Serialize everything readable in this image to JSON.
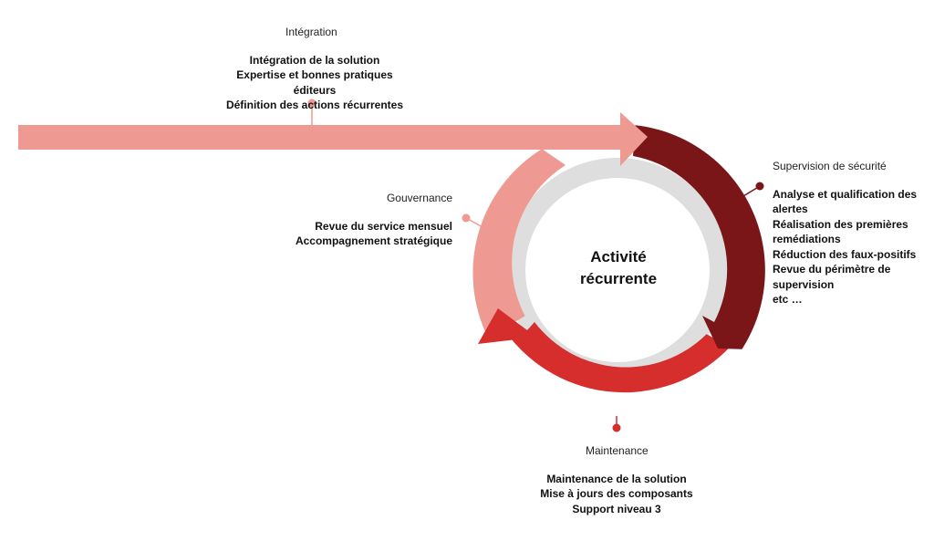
{
  "colors": {
    "integration": "#ee9992",
    "supervision": "#7a1618",
    "maintenance": "#d62d2d",
    "governance": "#ee9992",
    "inner_ring": "#dedede"
  },
  "center": {
    "line1": "Activité",
    "line2": "récurrente"
  },
  "integration": {
    "heading": "Intégration",
    "lines": [
      "Intégration de la solution",
      "Expertise et bonnes pratiques éditeurs",
      "Définition des actions récurrentes"
    ]
  },
  "supervision": {
    "heading": "Supervision de sécurité",
    "lines": [
      "Analyse et qualification des",
      "alertes",
      "Réalisation des premières",
      "remédiations",
      "Réduction des faux-positifs",
      "Revue du périmètre de",
      "supervision",
      "etc …"
    ]
  },
  "governance": {
    "heading": "Gouvernance",
    "lines": [
      "Revue du service mensuel",
      "Accompagnement stratégique"
    ]
  },
  "maintenance": {
    "heading": "Maintenance",
    "lines": [
      "Maintenance de la solution",
      "Mise à jours des composants",
      "Support niveau 3"
    ]
  }
}
